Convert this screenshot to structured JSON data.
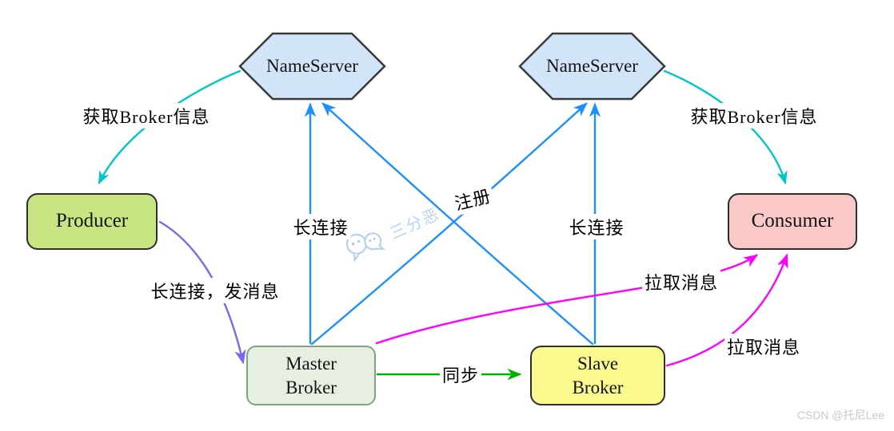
{
  "diagram": {
    "nodes": {
      "nameserver_left": "NameServer",
      "nameserver_right": "NameServer",
      "producer": "Producer",
      "consumer": "Consumer",
      "master_broker": "Master\nBroker",
      "slave_broker": "Slave\nBroker"
    },
    "edge_labels": {
      "get_broker_info_left": "获取Broker信息",
      "get_broker_info_right": "获取Broker信息",
      "long_connection_left": "长连接",
      "long_connection_right": "长连接",
      "register": "注册",
      "long_connection_send_message": "长连接，发消息",
      "pull_message_upper": "拉取消息",
      "pull_message_lower": "拉取消息",
      "sync": "同步"
    },
    "watermarks": {
      "wechat_label": "三分恶",
      "csdn_label": "CSDN @托尼Lee"
    },
    "colors": {
      "nameserver_fill": "#d2e4f8",
      "producer_fill": "#c9e583",
      "consumer_fill": "#fac8c6",
      "master_fill": "#e6efe2",
      "slave_fill": "#fafa8e",
      "edge_get_info": "#00c6c6",
      "edge_connection": "#1e8fff",
      "edge_send": "#7b68ee",
      "edge_sync": "#00b300",
      "edge_pull": "#ff00ff"
    }
  }
}
